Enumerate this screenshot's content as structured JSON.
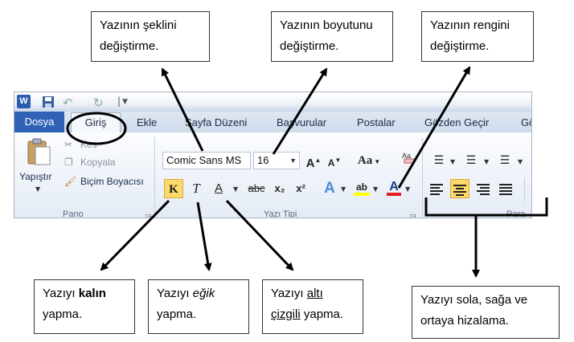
{
  "callouts": {
    "font_face": {
      "line1": "Yazının şeklini",
      "line2": "değiştirme."
    },
    "font_size": {
      "line1": "Yazının boyutunu",
      "line2": "değiştirme."
    },
    "font_color": {
      "line1": "Yazının rengini",
      "line2": "değiştirme."
    },
    "bold": {
      "pre": "Yazıyı ",
      "em": "kalın",
      "line2": "yapma."
    },
    "italic": {
      "pre": "Yazıyı ",
      "em": "eğik",
      "line2": "yapma."
    },
    "underline": {
      "pre": "Yazıyı ",
      "em1": "altı",
      "em2": "çizgili",
      "post": " yapma."
    },
    "align": {
      "line1": "Yazıyı sola, sağa ve",
      "line2": "ortaya hizalama."
    }
  },
  "app": {
    "icon_letter": "W",
    "qat_separator": "|"
  },
  "tabs": {
    "file": "Dosya",
    "home": "Giriş",
    "insert": "Ekle",
    "layout": "Sayfa Düzeni",
    "references": "Başvurular",
    "mailings": "Postalar",
    "review": "Gözden Geçir",
    "view_partial": "Gö"
  },
  "clipboard": {
    "paste": "Yapıştır",
    "cut": "Kes",
    "copy": "Kopyala",
    "format_painter": "Biçim Boyacısı",
    "group_label": "Pano"
  },
  "font": {
    "face": "Comic Sans MS",
    "size": "16",
    "group_label": "Yazı Tipi",
    "bold_glyph": "K",
    "italic_glyph": "T",
    "underline_glyph": "A",
    "strike_glyph": "abc",
    "sub_glyph": "x₂",
    "sup_glyph": "x²",
    "grow_glyph": "A",
    "shrink_glyph": "A",
    "case_glyph": "Aa",
    "effects_glyph": "A",
    "highlight_glyph": "ab",
    "color_glyph": "A",
    "color_underline": "#e02020",
    "highlight_color": "#ffff00"
  },
  "paragraph": {
    "group_label_partial": "Para"
  },
  "colors": {
    "accent": "#2f62b6",
    "active": "#fbd96a"
  }
}
